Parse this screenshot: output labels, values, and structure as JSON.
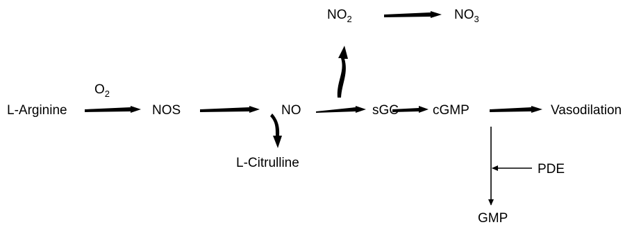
{
  "diagram": {
    "nodes": {
      "l_arginine": "L-Arginine",
      "nos": "NOS",
      "no": "NO",
      "no2_base": "NO",
      "no2_sub": "2",
      "no3_base": "NO",
      "no3_sub": "3",
      "sgc": "sGC",
      "cgmp": "cGMP",
      "vasodilation": "Vasodilation",
      "l_citrulline": "L-Citrulline",
      "pde": "PDE",
      "gmp": "GMP"
    },
    "cofactor": {
      "o2_base": "O",
      "o2_sub": "2"
    },
    "edges": [
      {
        "from": "L-Arginine",
        "to": "NOS",
        "style": "thick"
      },
      {
        "from": "NOS",
        "to": "NO",
        "style": "thick"
      },
      {
        "from": "NO",
        "to": "sGC",
        "style": "thick"
      },
      {
        "from": "sGC",
        "to": "cGMP",
        "style": "thick"
      },
      {
        "from": "cGMP",
        "to": "Vasodilation",
        "style": "thick"
      },
      {
        "from": "NO",
        "to": "NO2",
        "style": "curved-thick"
      },
      {
        "from": "NO2",
        "to": "NO3",
        "style": "thick"
      },
      {
        "from": "NO",
        "to": "L-Citrulline",
        "style": "curved-thick"
      },
      {
        "from": "cGMP",
        "to": "GMP",
        "style": "thin"
      },
      {
        "from": "PDE",
        "to": "cGMP-GMP",
        "style": "thin"
      }
    ],
    "colors": {
      "ink": "#000000",
      "background": "#ffffff"
    }
  }
}
